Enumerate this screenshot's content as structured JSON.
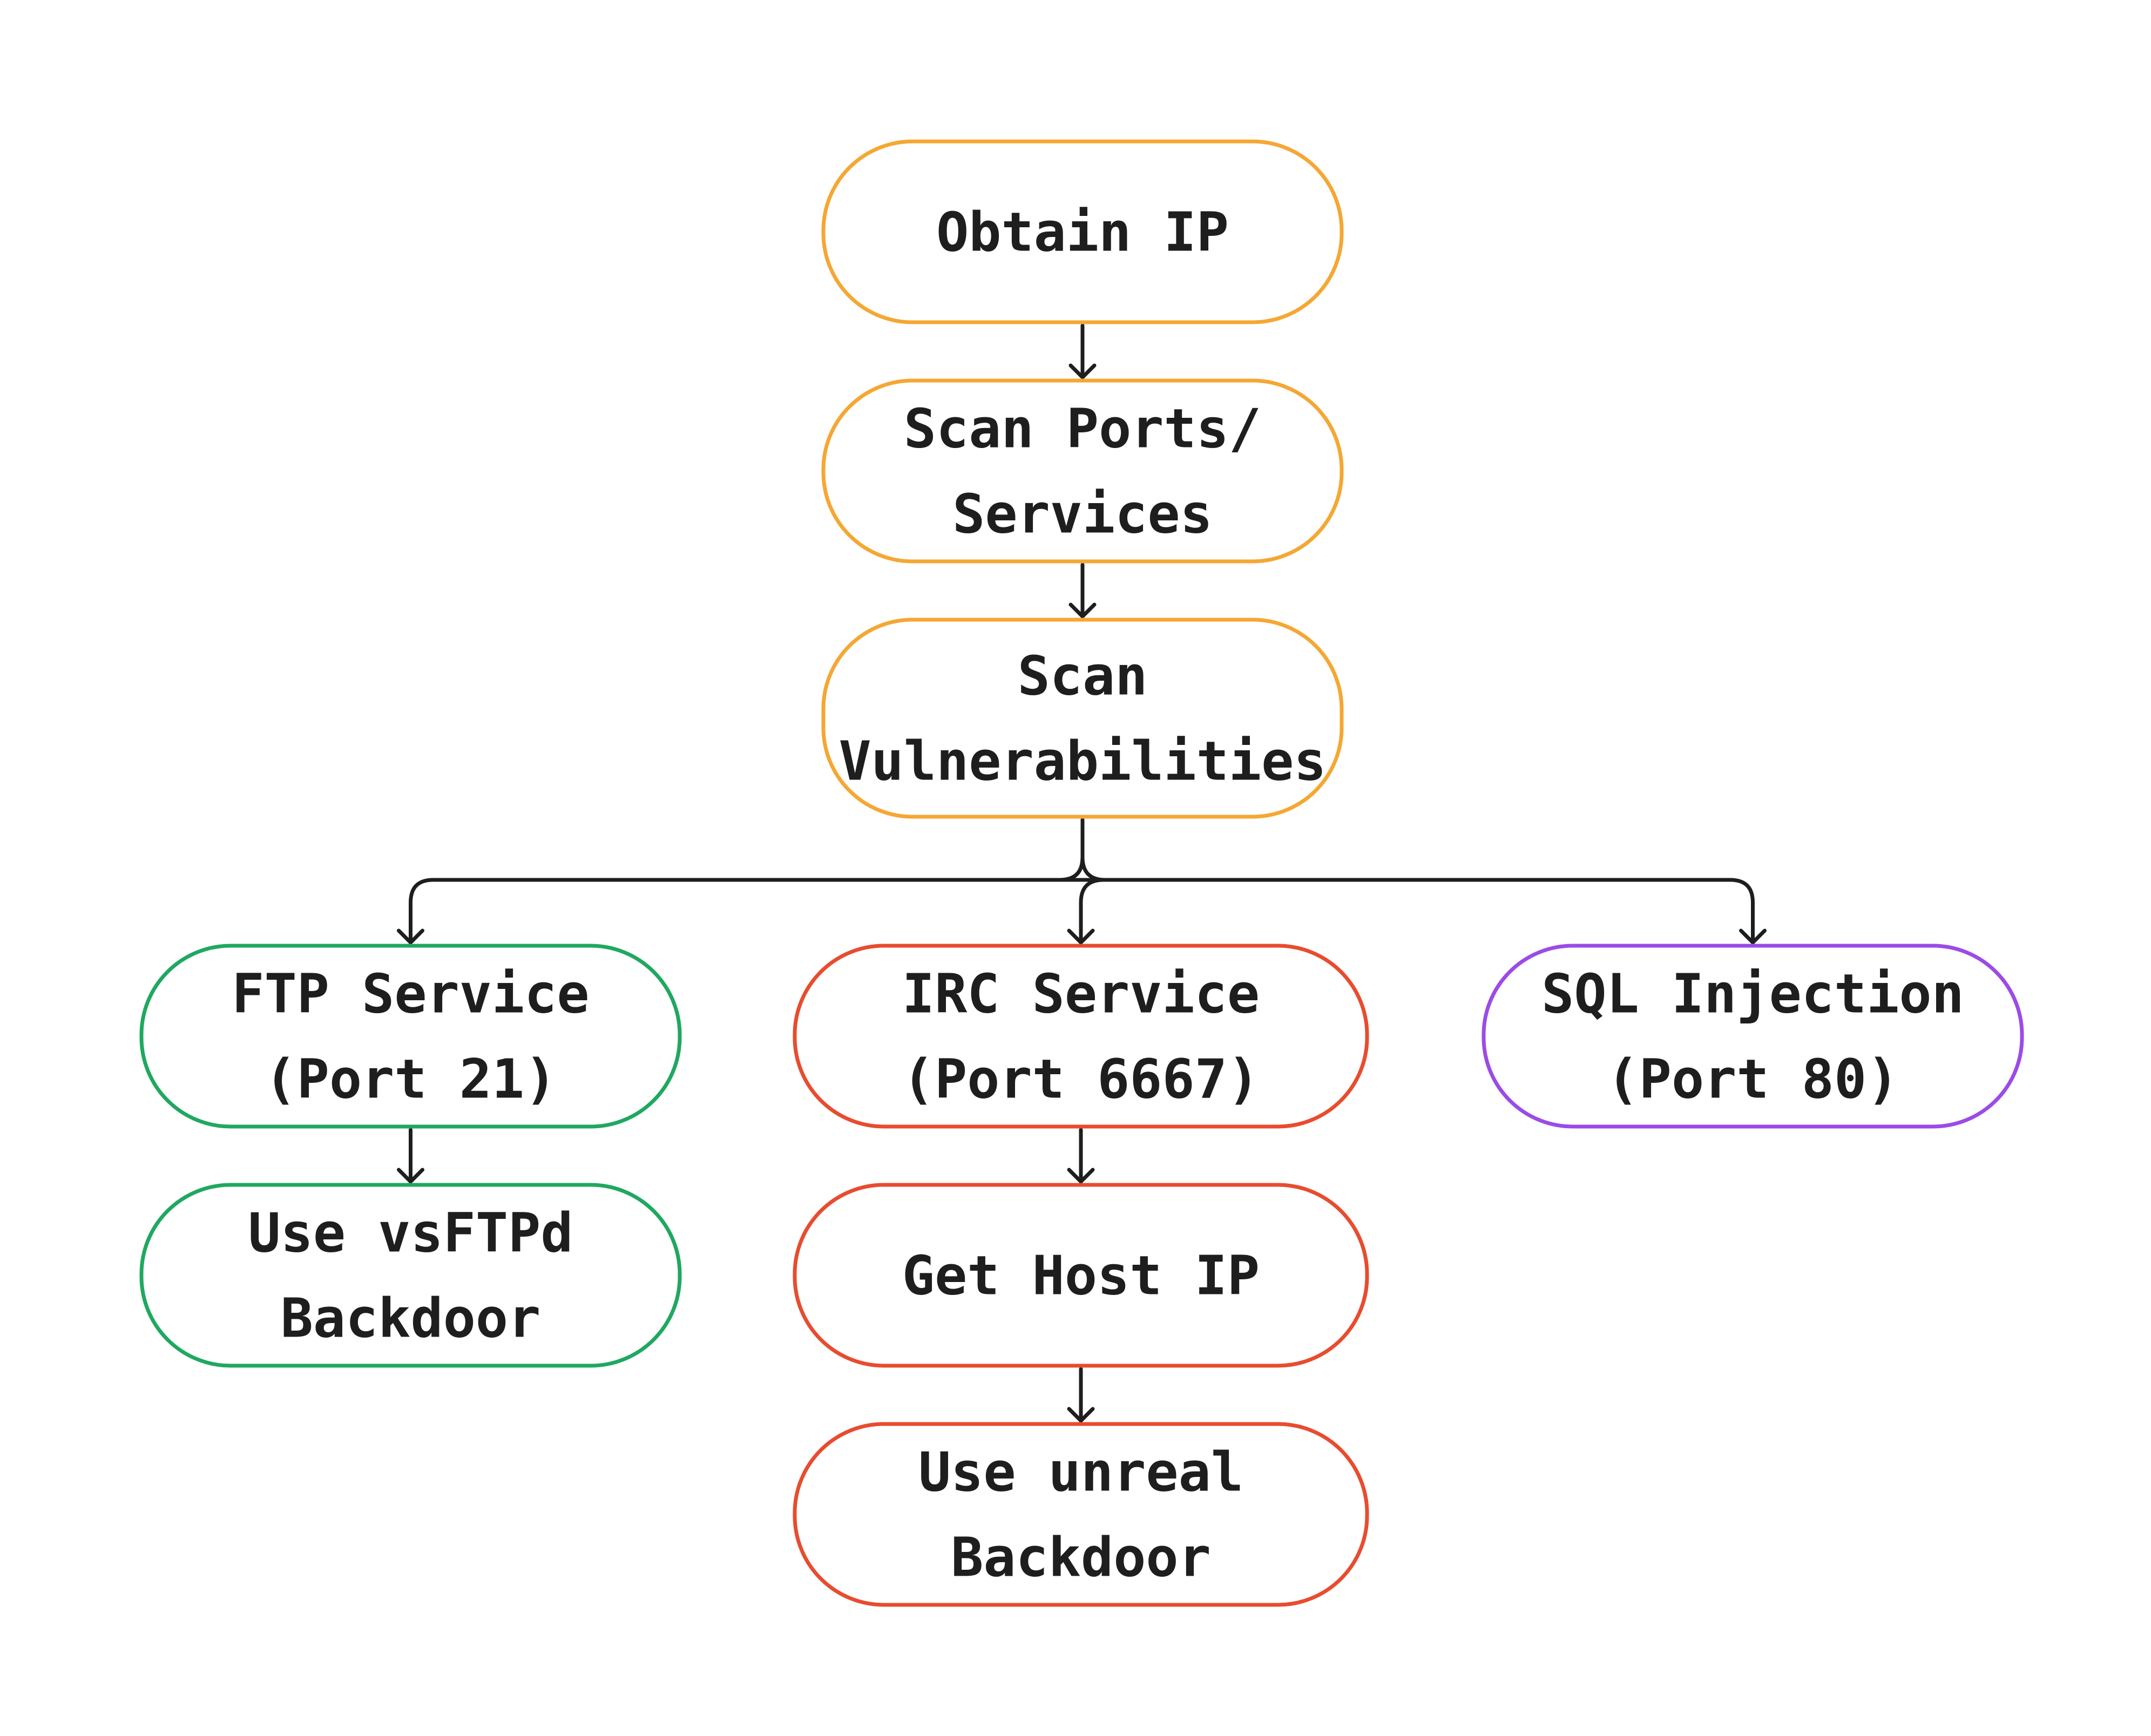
{
  "colors": {
    "orange": "#f5a733",
    "green": "#1fa860",
    "red": "#e84c2f",
    "purple": "#9b4be6",
    "line": "#1e1e1e"
  },
  "nodes": [
    {
      "id": "obtain-ip",
      "lines": [
        "Obtain IP"
      ],
      "color": "orange"
    },
    {
      "id": "scan-ports",
      "lines": [
        "Scan Ports/",
        "Services"
      ],
      "color": "orange"
    },
    {
      "id": "scan-vulns",
      "lines": [
        "Scan",
        "Vulnerabilities"
      ],
      "color": "orange"
    },
    {
      "id": "ftp-service",
      "lines": [
        "FTP Service",
        "(Port 21)"
      ],
      "color": "green"
    },
    {
      "id": "irc-service",
      "lines": [
        "IRC Service",
        "(Port 6667)"
      ],
      "color": "red"
    },
    {
      "id": "sql-injection",
      "lines": [
        "SQL Injection",
        "(Port 80)"
      ],
      "color": "purple"
    },
    {
      "id": "vsftpd-backdoor",
      "lines": [
        "Use vsFTPd",
        "Backdoor"
      ],
      "color": "green"
    },
    {
      "id": "get-host-ip",
      "lines": [
        "Get Host IP"
      ],
      "color": "red"
    },
    {
      "id": "unreal-backdoor",
      "lines": [
        "Use unreal",
        "Backdoor"
      ],
      "color": "red"
    }
  ],
  "edges": [
    {
      "from": "obtain-ip",
      "to": "scan-ports"
    },
    {
      "from": "scan-ports",
      "to": "scan-vulns"
    },
    {
      "from": "scan-vulns",
      "to": "ftp-service"
    },
    {
      "from": "scan-vulns",
      "to": "irc-service"
    },
    {
      "from": "scan-vulns",
      "to": "sql-injection"
    },
    {
      "from": "ftp-service",
      "to": "vsftpd-backdoor"
    },
    {
      "from": "irc-service",
      "to": "get-host-ip"
    },
    {
      "from": "get-host-ip",
      "to": "unreal-backdoor"
    }
  ]
}
